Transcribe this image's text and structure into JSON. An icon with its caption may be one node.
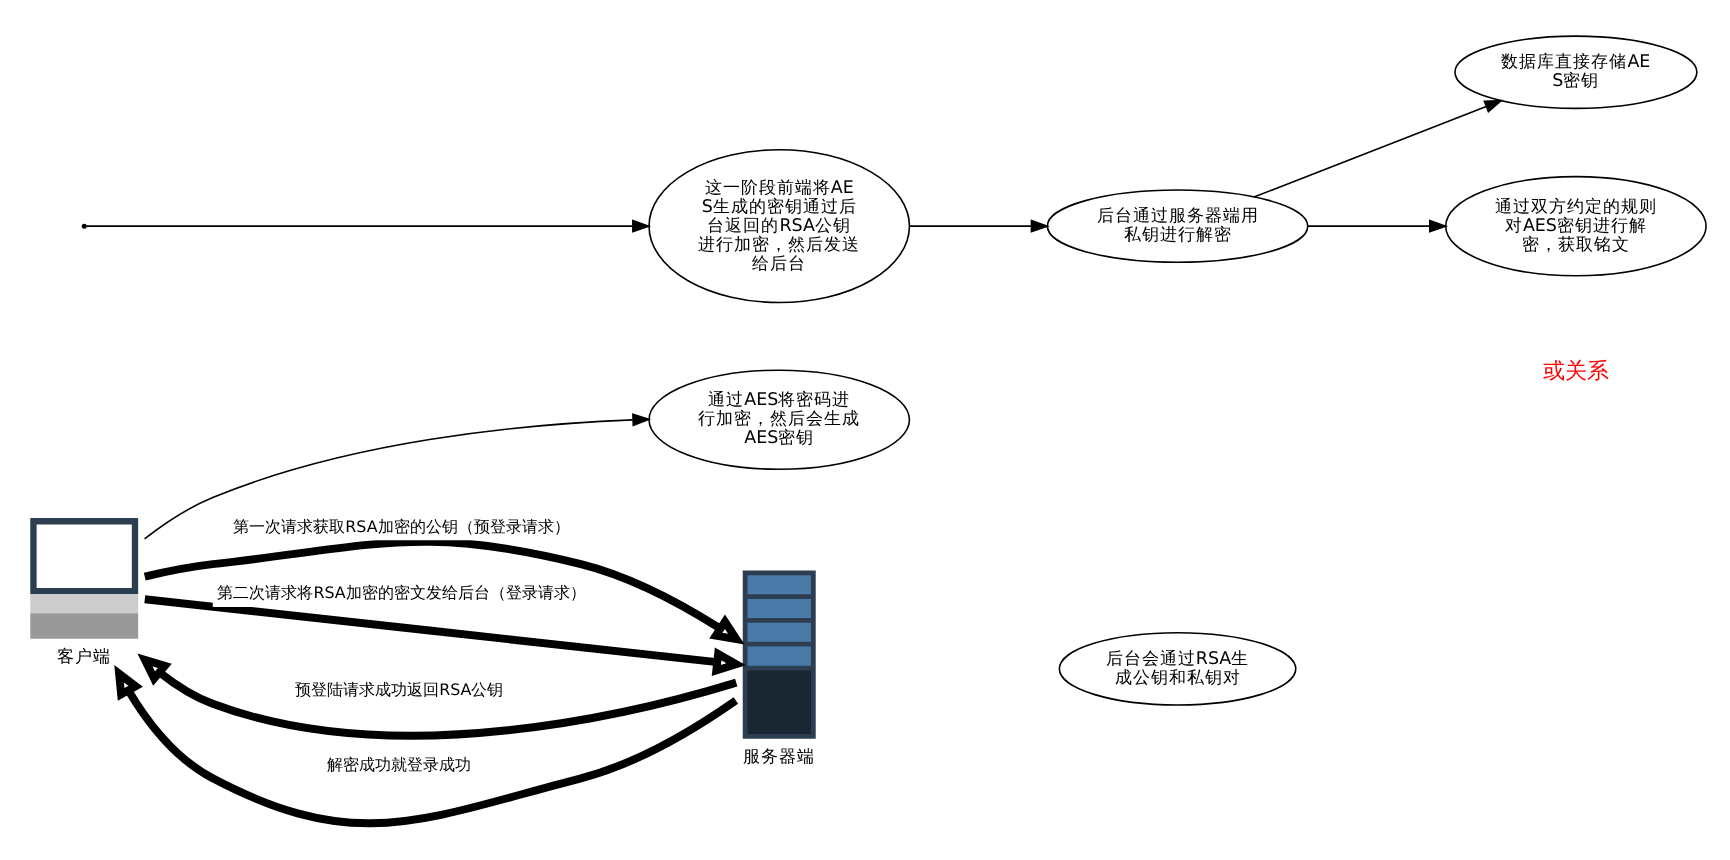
{
  "diagram": {
    "nodes": [
      {
        "text": [
          "通过AES将密码进行加密，然后会生成AES密钥"
        ]
      },
      {
        "text": [
          "后台会通过RSA生成公钥和私钥对"
        ]
      },
      {
        "text": [],
        "shape": "picture",
        "beside": [
          "客户端"
        ]
      },
      {
        "text": [],
        "shape": "picture",
        "beside": [
          "服务器端"
        ]
      },
      {
        "text": [
          "数据库直接存储AES密钥"
        ]
      },
      {
        "text": [
          "通过双方约定的规则对AES密钥进行解密，获取铭文"
        ]
      },
      {
        "text": [
          "后台通过服务器端用私钥进行解密"
        ]
      },
      {
        "text": [
          "这一阶段前端将AES生成的密钥通过后台返回的RSA公钥进行加密，然后发送给后台"
        ]
      }
    ],
    "edges": [
      {
        "from": 2,
        "to": 0,
        "arrow": "to"
      },
      {
        "from": 2,
        "to": 3,
        "arrow": "to",
        "label": "第一次请求获取RSA加密的公钥（预登录请求）",
        "style": "thick"
      },
      {
        "from": 3,
        "to": 2,
        "arrow": "to",
        "label": "预登陆请求成功返回RSA公钥",
        "style": "thick"
      },
      {
        "from": 2,
        "to": 3,
        "arrow": "to",
        "label": "第二次请求将RSA加密的密文发给后台（登录请求）",
        "style": "thick"
      },
      {
        "from": 3,
        "to": 2,
        "arrow": "to",
        "label": "解密成功就登录成功",
        "style": "thick"
      },
      {
        "from": null,
        "to": 7,
        "arrow": "to"
      },
      {
        "from": 7,
        "to": 6,
        "arrow": "to"
      },
      {
        "from": 6,
        "to": 4,
        "arrow": "to"
      },
      {
        "from": 6,
        "to": 5,
        "arrow": "to"
      }
    ],
    "labels": [
      "或关系"
    ]
  }
}
